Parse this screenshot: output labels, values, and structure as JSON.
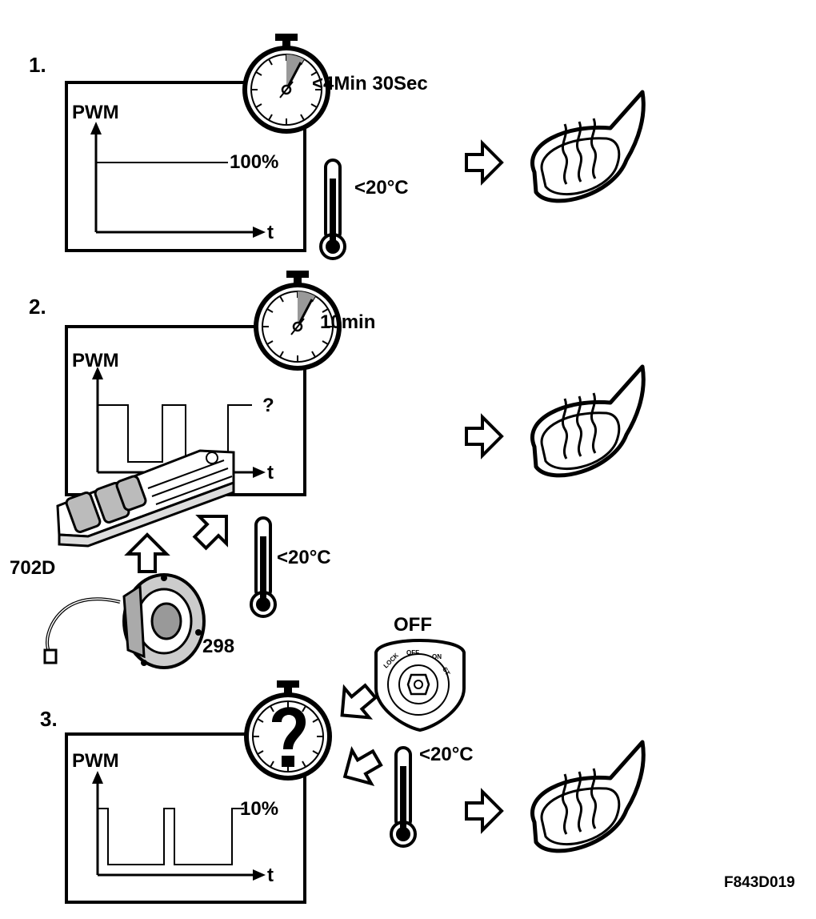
{
  "steps": [
    {
      "number": "1.",
      "graph": {
        "ylabel": "PWM",
        "xlabel": "t",
        "value_label": "100%"
      },
      "timer_label": "<4Min 30Sec",
      "temperature_label": "<20°C"
    },
    {
      "number": "2.",
      "graph": {
        "ylabel": "PWM",
        "xlabel": "t",
        "value_label": "?"
      },
      "timer_label": "10min",
      "temperature_label": "<20°C",
      "component_labels": {
        "switch_block": "702D",
        "wheel_bearing": "298"
      }
    },
    {
      "number": "3.",
      "graph": {
        "ylabel": "PWM",
        "xlabel": "t",
        "value_label": "10%"
      },
      "ignition_label": "OFF",
      "ignition_positions": [
        "LOCK",
        "OFF",
        "ON",
        "ST"
      ],
      "temperature_label": "<20°C"
    }
  ],
  "figure_code": "F843D019"
}
